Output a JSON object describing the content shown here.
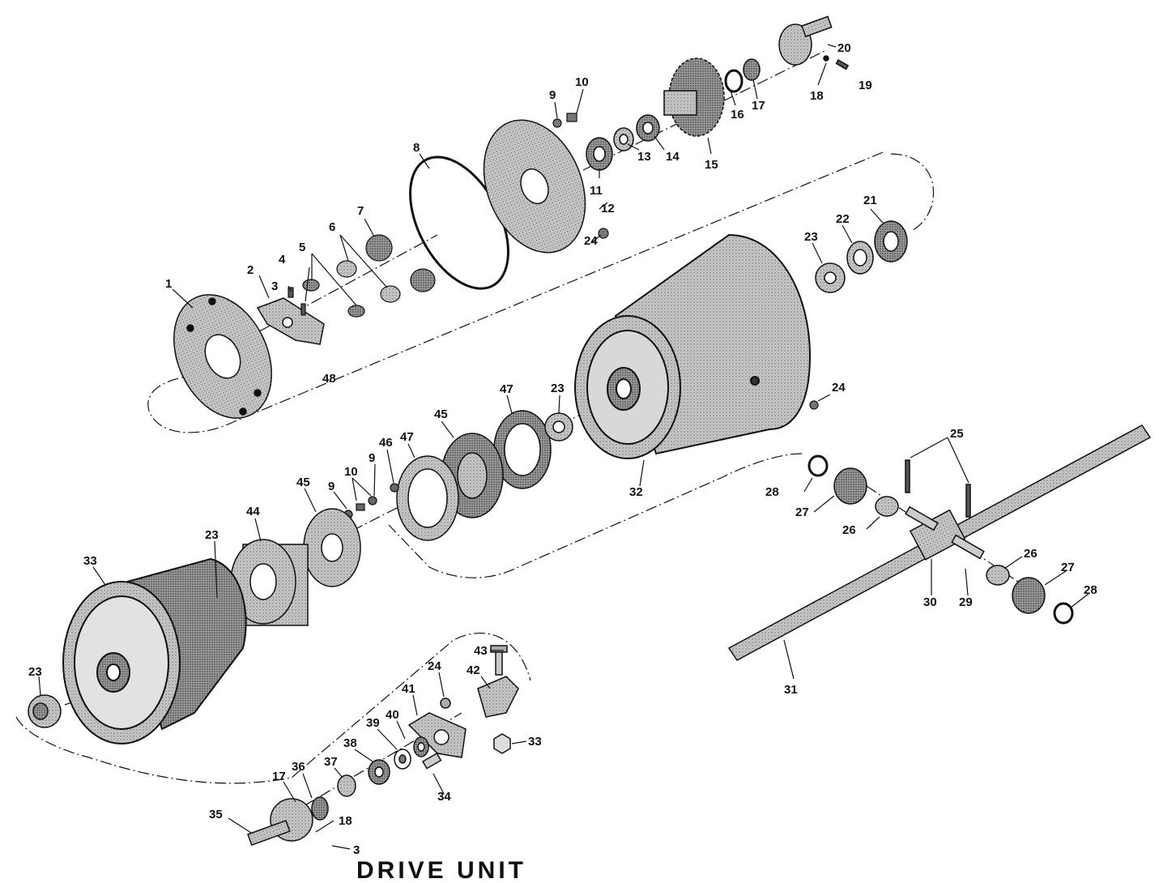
{
  "footer_caption": "DRIVE UNIT",
  "colors": {
    "ink": "#111111",
    "part_fill": "#bdbdbd",
    "part_dark": "#8a8a8a",
    "part_light": "#e4e4e4"
  },
  "callouts": [
    "1",
    "2",
    "3",
    "4",
    "5",
    "6",
    "7",
    "8",
    "9",
    "10",
    "11",
    "12",
    "13",
    "14",
    "15",
    "16",
    "17",
    "18",
    "19",
    "20",
    "21",
    "22",
    "23",
    "24",
    "25",
    "26",
    "27",
    "28",
    "29",
    "30",
    "31",
    "32",
    "33",
    "34",
    "35",
    "36",
    "37",
    "38",
    "39",
    "40",
    "41",
    "42",
    "43",
    "44",
    "45",
    "46",
    "47",
    "48"
  ]
}
